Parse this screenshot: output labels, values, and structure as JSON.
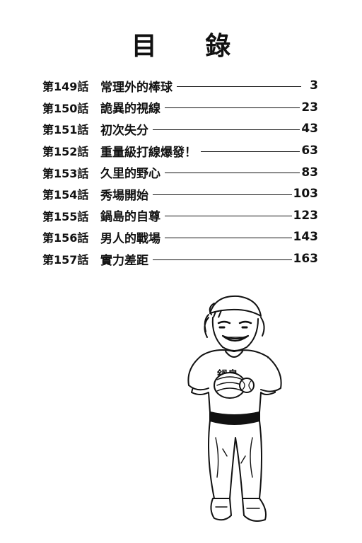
{
  "toc": {
    "title": "目 錄",
    "entries": [
      {
        "chapter": "第149話",
        "title": "常理外的棒球",
        "page": "3"
      },
      {
        "chapter": "第150話",
        "title": "詭異的視線",
        "page": "23"
      },
      {
        "chapter": "第151話",
        "title": "初次失分",
        "page": "43"
      },
      {
        "chapter": "第152話",
        "title": "重量級打線爆發！",
        "page": "63"
      },
      {
        "chapter": "第153話",
        "title": "久里的野心",
        "page": "83"
      },
      {
        "chapter": "第154話",
        "title": "秀場開始",
        "page": "103"
      },
      {
        "chapter": "第155話",
        "title": "鍋島的自尊",
        "page": "123"
      },
      {
        "chapter": "第156話",
        "title": "男人的戰場",
        "page": "143"
      },
      {
        "chapter": "第157話",
        "title": "實力差距",
        "page": "163"
      }
    ]
  },
  "illustration": {
    "jersey_text": "鍋島"
  }
}
